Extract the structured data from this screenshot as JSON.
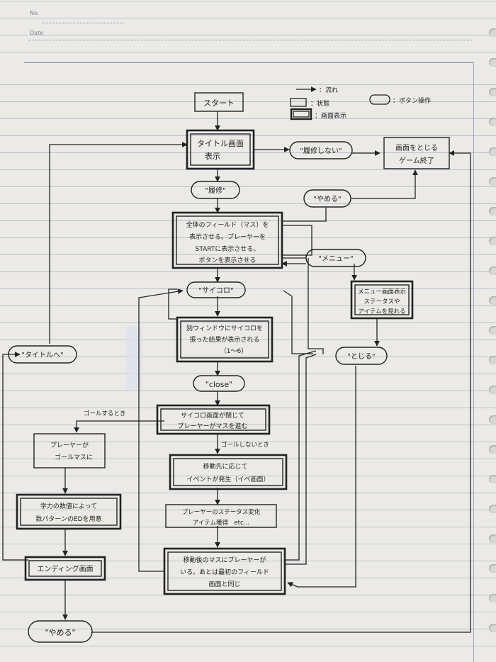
{
  "header": {
    "no_label": "No.",
    "date_label": "Date"
  },
  "legend": {
    "flow": "：流れ",
    "state": "：状態",
    "button": "：ボタン操作",
    "screen": "：画面表示"
  },
  "nodes": {
    "start": "スタート",
    "title_screen": [
      "タイトル画面",
      "表示"
    ],
    "no_history": "\"履修しない\"",
    "close_game": [
      "画面をとじる",
      "ゲーム終了"
    ],
    "take_course": "\"履修\"",
    "quit_top": "\"やめる\"",
    "field_display": [
      "全体のフィールド（マス）を",
      "表示させる。プレーヤーを",
      "STARTに表示させる。",
      "ボタンを表示させる"
    ],
    "menu": "\"メニュー\"",
    "menu_screen": [
      "メニュー画面表示",
      "ステータスや",
      "アイテムを見れる"
    ],
    "dice": "\"サイコロ\"",
    "dice_window": [
      "別ウィンドウにサイコロを",
      "振った結果が表示される",
      "（1〜6）"
    ],
    "close_menu": "\"とじる\"",
    "to_title": "\"タイトルへ\"",
    "close_dice": "\"close\"",
    "goal_when": "ゴールするとき",
    "advance": [
      "サイコロ画面が閉じて",
      "プレーヤーがマスを進む"
    ],
    "not_goal_when": "ゴールしないとき",
    "player_goal": [
      "プレーヤーが",
      "ゴールマスに"
    ],
    "event": [
      "移動先に応じて",
      "イベントが発生（イベ画面）"
    ],
    "status_change": [
      "プレーヤーのステータス変化",
      "アイテム獲得　etc…"
    ],
    "multi_ed": [
      "学力の数値によって",
      "数パターンのEDを用意"
    ],
    "after_move": [
      "移動後のマスにプレーヤーが",
      "いる。あとは最初のフィールド",
      "画面と同じ"
    ],
    "ending": "エンディング画面",
    "quit_bottom": "\"やめる\""
  }
}
